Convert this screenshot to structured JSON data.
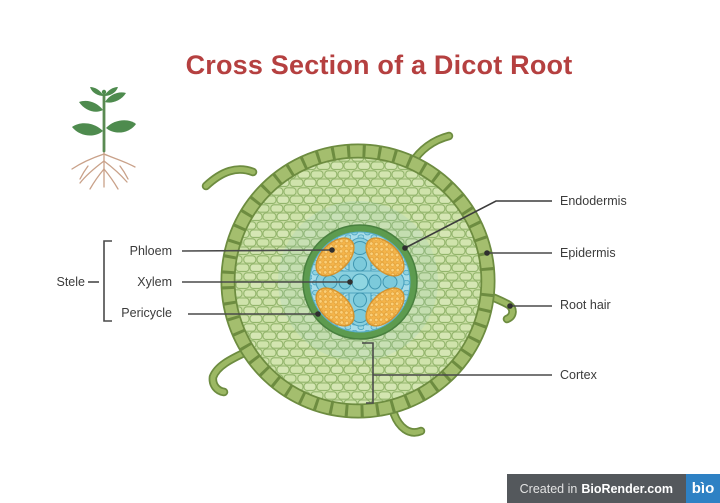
{
  "title": {
    "text": "Cross Section of a Dicot Root"
  },
  "labels": {
    "stele": "Stele",
    "phloem": "Phloem",
    "xylem": "Xylem",
    "pericycle": "Pericycle",
    "endodermis": "Endodermis",
    "epidermis": "Epidermis",
    "root_hair": "Root hair",
    "cortex": "Cortex"
  },
  "footer": {
    "created_in": "Created in",
    "brand": "BioRender.com",
    "logo_text": "bìo"
  },
  "colors": {
    "title_red": "#b54040",
    "label_text": "#3b3b3b",
    "leader_line": "#4a4a4a",
    "epidermis_cell": "#a4be6e",
    "epidermis_outline": "#6d8c40",
    "cortex_background": "#c8dda2",
    "cortex_cell_outline": "#93b56c",
    "endodermis_green": "#5d9b4f",
    "stele_blue_background": "#a8dce8",
    "xylem_cell": "#7ccadb",
    "xylem_cell_outline": "#4da3bf",
    "phloem_orange": "#f4b44a",
    "phloem_dot": "#fbd07a",
    "phloem_outline": "#d3922e",
    "footer_bar": "#54585c",
    "footer_logo_blue": "#2e81c4"
  }
}
